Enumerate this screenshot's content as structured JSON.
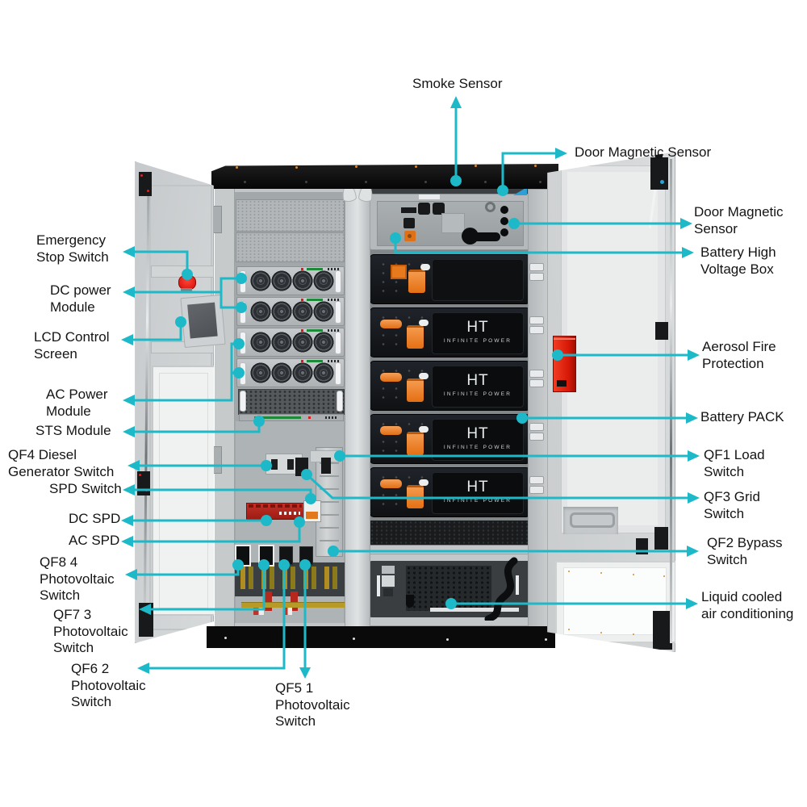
{
  "diagram": {
    "subject": "Battery energy storage system cabinet, doors open, annotated",
    "brand": {
      "logo": "HT",
      "tagline": "INFINITE POWER"
    },
    "battery_pack_count": 5,
    "colors": {
      "leader_teal": "#1db9c8",
      "label_text": "#141414",
      "aerosol_red": "#e02517",
      "estop_red": "#e61410",
      "connector_orange": "#ee7d22",
      "busbar_red": "#b3261c",
      "cabinet_black": "#0b0c0d",
      "cabinet_gray": "#c6cacc",
      "background": "#ffffff"
    },
    "labels": [
      {
        "id": "smoke-sensor",
        "text": "Smoke Sensor"
      },
      {
        "id": "door-magnetic-sensor-top",
        "text": "Door Magnetic Sensor"
      },
      {
        "id": "door-magnetic-sensor",
        "text": "Door Magnetic\nSensor"
      },
      {
        "id": "battery-high-voltage-box",
        "text": "Battery High\nVoltage Box"
      },
      {
        "id": "aerosol-fire-protection",
        "text": "Aerosol Fire\nProtection"
      },
      {
        "id": "battery-pack",
        "text": "Battery PACK"
      },
      {
        "id": "qf1-load-switch",
        "text": "QF1 Load\nSwitch"
      },
      {
        "id": "qf3-grid-switch",
        "text": "QF3 Grid\nSwitch"
      },
      {
        "id": "qf2-bypass-switch",
        "text": "QF2 Bypass\nSwitch"
      },
      {
        "id": "liquid-cooled-ac",
        "text": "Liquid cooled\nair conditioning"
      },
      {
        "id": "emergency-stop-switch",
        "text": "Emergency\nStop Switch"
      },
      {
        "id": "dc-power-module",
        "text": "DC power\nModule"
      },
      {
        "id": "lcd-control-screen",
        "text": "LCD Control\nScreen"
      },
      {
        "id": "ac-power-module",
        "text": "AC Power\nModule"
      },
      {
        "id": "sts-module",
        "text": "STS Module"
      },
      {
        "id": "qf4-diesel-generator-switch",
        "text": "QF4 Diesel\nGenerator Switch"
      },
      {
        "id": "spd-switch",
        "text": "SPD Switch"
      },
      {
        "id": "dc-spd",
        "text": "DC SPD"
      },
      {
        "id": "ac-spd",
        "text": "AC SPD"
      },
      {
        "id": "qf8-4-photovoltaic-switch",
        "text": "QF8 4\nPhotovoltaic\nSwitch"
      },
      {
        "id": "qf7-3-photovoltaic-switch",
        "text": "QF7 3\nPhotovoltaic\nSwitch"
      },
      {
        "id": "qf6-2-photovoltaic-switch",
        "text": "QF6 2\nPhotovoltaic\nSwitch"
      },
      {
        "id": "qf5-1-photovoltaic-switch",
        "text": "QF5 1\nPhotovoltaic\nSwitch"
      }
    ]
  }
}
